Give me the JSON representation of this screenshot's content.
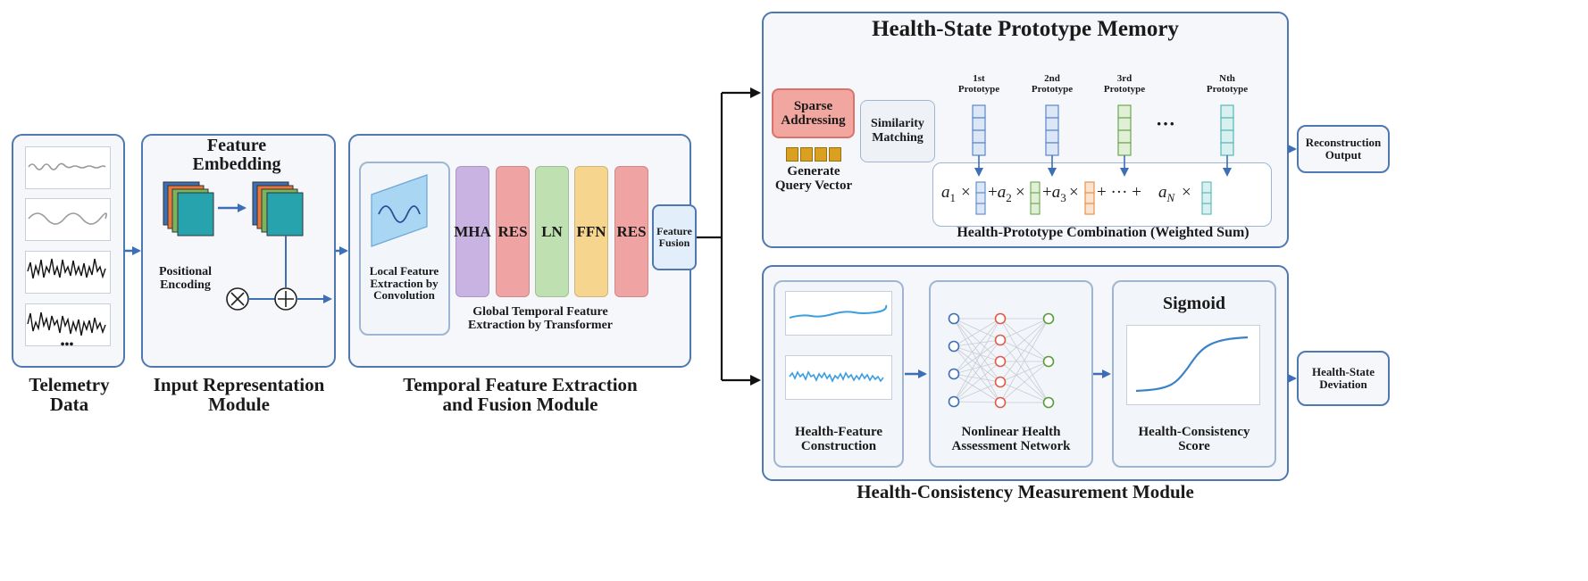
{
  "telemetry": {
    "title_line1": "Telemetry",
    "title_line2": "Data",
    "ellipsis": "•••"
  },
  "input_module": {
    "title_line1": "Input Representation",
    "title_line2": "Module",
    "embedding_line1": "Feature",
    "embedding_line2": "Embedding",
    "positional_line1": "Positional",
    "positional_line2": "Encoding"
  },
  "temporal_module": {
    "title_line1": "Temporal Feature Extraction",
    "title_line2": "and Fusion Module",
    "local_line1": "Local Feature",
    "local_line2": "Extraction by",
    "local_line3": "Convolution",
    "global_line1": "Global Temporal Feature",
    "global_line2": "Extraction by Transformer",
    "blocks": [
      {
        "label": "MHA",
        "color": "#c8b3e2"
      },
      {
        "label": "RES",
        "color": "#f0a3a3"
      },
      {
        "label": "LN",
        "color": "#bfe0b0"
      },
      {
        "label": "FFN",
        "color": "#f6d58e"
      },
      {
        "label": "RES",
        "color": "#f0a3a3"
      }
    ],
    "fusion_line1": "Feature",
    "fusion_line2": "Fusion"
  },
  "memory_module": {
    "title": "Health-State Prototype Memory",
    "sparse_line1": "Sparse",
    "sparse_line2": "Addressing",
    "query_line1": "Generate",
    "query_line2": "Query Vector",
    "similarity_line1": "Similarity",
    "similarity_line2": "Matching",
    "prototypes": [
      {
        "ord": "1st",
        "label": "Prototype",
        "color": "#5b87c7"
      },
      {
        "ord": "2nd",
        "label": "Prototype",
        "color": "#5b87c7"
      },
      {
        "ord": "3rd",
        "label": "Prototype",
        "color": "#6aa84f"
      },
      {
        "ord": "Nth",
        "label": "Prototype",
        "color": "#56b7b7"
      }
    ],
    "dots": "···",
    "combination_caption": "Health-Prototype Combination (Weighted Sum)",
    "formula": {
      "a1": "a",
      "s1": "1",
      "a2": "a",
      "s2": "2",
      "a3": "a",
      "s3": "3",
      "aN": "a",
      "sN": "N",
      "times": "×",
      "plus": "+",
      "mid": "+ ··· +"
    }
  },
  "consistency_module": {
    "title": "Health-Consistency Measurement Module",
    "feature_line1": "Health-Feature",
    "feature_line2": "Construction",
    "network_line1": "Nonlinear Health",
    "network_line2": "Assessment Network",
    "sigmoid_title": "Sigmoid",
    "score_line1": "Health-Consistency",
    "score_line2": "Score"
  },
  "outputs": {
    "reconstruction_line1": "Reconstruction",
    "reconstruction_line2": "Output",
    "deviation_line1": "Health-State",
    "deviation_line2": "Deviation"
  },
  "colors": {
    "panel_border": "#4f78b0",
    "arrow_blue": "#3d6fb6",
    "sparse_fill": "#f2a6a0",
    "query_cell": "#d9a021"
  }
}
